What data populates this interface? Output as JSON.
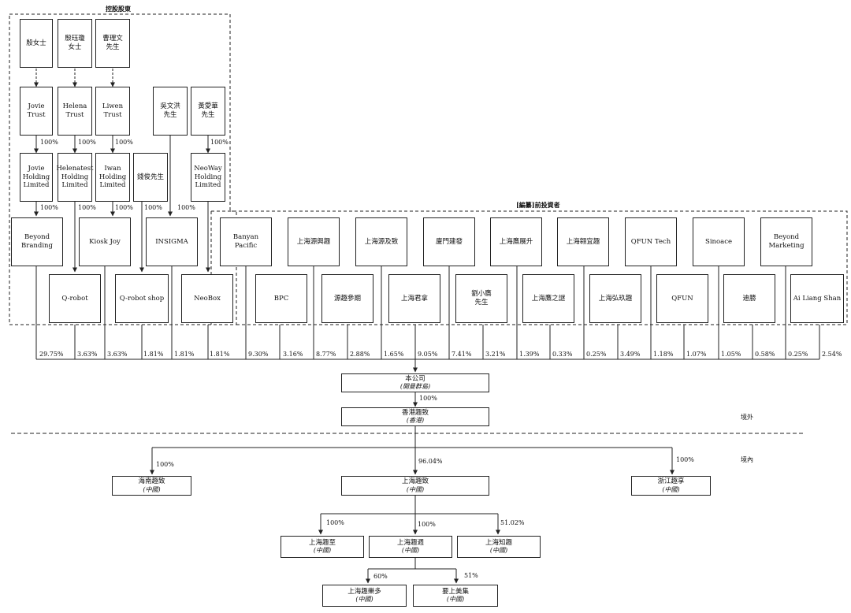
{
  "controlling_group": {
    "title": "控股股東"
  },
  "pre_ipo_group": {
    "title": "[編纂]前投資者"
  },
  "people": [
    {
      "name": "殷女士"
    },
    {
      "name": "殷珏瓊\n女士"
    },
    {
      "name": "曹理文\n先生"
    },
    {
      "name": "吳文洪\n先生"
    },
    {
      "name": "黃愛華\n先生"
    },
    {
      "name": "錢俊先生"
    }
  ],
  "trusts": [
    {
      "name": "Jovie\nTrust"
    },
    {
      "name": "Helena\nTrust"
    },
    {
      "name": "Liwen\nTrust"
    }
  ],
  "holdcos": [
    {
      "name": "Jovie\nHolding\nLimited"
    },
    {
      "name": "Helenatest\nHolding\nLimited"
    },
    {
      "name": "Iwan\nHolding\nLimited"
    },
    {
      "name": "NeoWay\nHolding\nLimited"
    }
  ],
  "upper_pcts": {
    "trust_to_holdco": [
      "100%",
      "100%",
      "100%",
      "100%"
    ],
    "holdco_to_platform": [
      "100%",
      "100%",
      "100%",
      "100%",
      "100%"
    ]
  },
  "platforms": [
    {
      "name": "Beyond\nBranding"
    },
    {
      "name": "Kiosk Joy"
    },
    {
      "name": "INSIGMA"
    }
  ],
  "platforms_low": [
    {
      "name": "Q-robot"
    },
    {
      "name": "Q-robot shop"
    },
    {
      "name": "NeoBox"
    }
  ],
  "investors_top": [
    {
      "name": "Banyan\nPacific"
    },
    {
      "name": "上海源興趣"
    },
    {
      "name": "上海源及致"
    },
    {
      "name": "廈門建發"
    },
    {
      "name": "上海鷹展升"
    },
    {
      "name": "上海翱宜趣"
    },
    {
      "name": "QFUN Tech"
    },
    {
      "name": "Sinoace"
    },
    {
      "name": "Beyond\nMarketing"
    }
  ],
  "investors_bottom": [
    {
      "name": "BPC"
    },
    {
      "name": "源趣參期"
    },
    {
      "name": "上海君拿"
    },
    {
      "name": "劉小鷹\n先生"
    },
    {
      "name": "上海鷹之謎"
    },
    {
      "name": "上海弘玖趣"
    },
    {
      "name": "QFUN"
    },
    {
      "name": "迪勝"
    },
    {
      "name": "Ai Liang Shan"
    }
  ],
  "shareholdings": [
    "29.75%",
    "3.63%",
    "3.63%",
    "1.81%",
    "1.81%",
    "1.81%",
    "9.30%",
    "3.16%",
    "8.77%",
    "2.88%",
    "1.65%",
    "9.05%",
    "7.41%",
    "3.21%",
    "1.39%",
    "0.33%",
    "0.25%",
    "3.49%",
    "1.18%",
    "1.07%",
    "1.05%",
    "0.58%",
    "0.25%",
    "2.54%"
  ],
  "company": {
    "name": "本公司",
    "sub": "(開曼群島)"
  },
  "company_to_hk_pct": "100%",
  "hk_sub": {
    "name": "香港趣致",
    "sub": "(香港)"
  },
  "region_offshore": "境外",
  "region_onshore": "境內",
  "onshore_pcts": [
    "100%",
    "96.04%",
    "100%"
  ],
  "prc_subs": [
    {
      "name": "海南趣致",
      "sub": "(中國)"
    },
    {
      "name": "上海趣致",
      "sub": "(中國)"
    },
    {
      "name": "浙江趣享",
      "sub": "(中國)"
    }
  ],
  "sh_pcts": [
    "100%",
    "100%",
    "51.02%"
  ],
  "sh_subs": [
    {
      "name": "上海趣至",
      "sub": "(中國)"
    },
    {
      "name": "上海趣週",
      "sub": "(中國)"
    },
    {
      "name": "上海知趣",
      "sub": "(中國)"
    }
  ],
  "zhou_pcts": [
    "60%",
    "51%"
  ],
  "zhou_subs": [
    {
      "name": "上海趣樂多",
      "sub": "(中國)"
    },
    {
      "name": "要上美集",
      "sub": "(中國)"
    }
  ]
}
